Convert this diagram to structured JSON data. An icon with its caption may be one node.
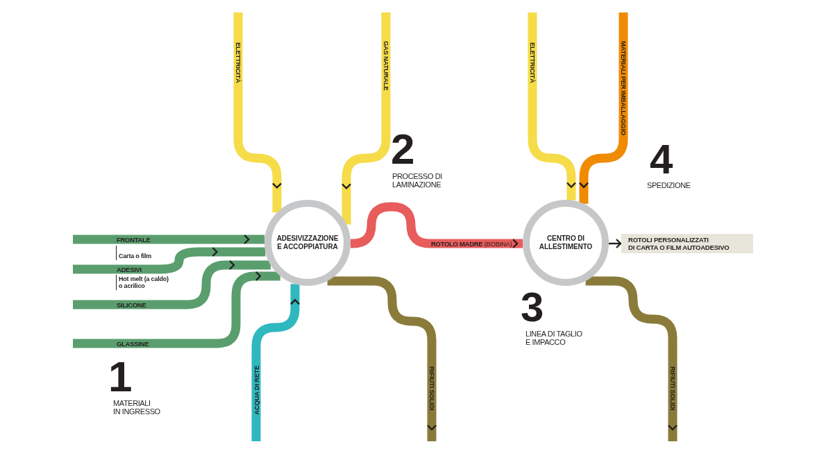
{
  "diagram": {
    "nodes": [
      {
        "text": [
          "ADESIVIZZAZIONE E ACCOPPIATURA"
        ]
      },
      {
        "text": [
          "CENTRO DI ALLESTIMENTO"
        ]
      },
      {
        "text": [
          "ROTOLI PERSONALIZZATI DI CARTA O FILM AUTOADESIVO"
        ]
      }
    ],
    "edges": [
      {
        "from": null,
        "to": 0,
        "arrow": "to",
        "label": "FRONTALE",
        "color": "#5a9e6e"
      },
      {
        "from": null,
        "to": 0,
        "arrow": "to",
        "label": "ADESIVI",
        "color": "#5a9e6e"
      },
      {
        "from": null,
        "to": 0,
        "arrow": "to",
        "label": "SILICONE",
        "color": "#5a9e6e"
      },
      {
        "from": null,
        "to": 0,
        "arrow": "to",
        "label": "GLASSINE",
        "color": "#5a9e6e"
      },
      {
        "from": null,
        "to": 0,
        "arrow": "to",
        "label": "ELETTRICITÀ",
        "color": "#f5dc48"
      },
      {
        "from": null,
        "to": 0,
        "arrow": "to",
        "label": "GAS NATURALE",
        "color": "#f5dc48"
      },
      {
        "from": null,
        "to": 0,
        "arrow": "to",
        "label": "ACQUA DI RETE",
        "color": "#30b8bf"
      },
      {
        "from": 0,
        "to": null,
        "arrow": "to",
        "label": "RIFIUTI SOLIDI",
        "color": "#8b7b3b"
      },
      {
        "from": 0,
        "to": 1,
        "arrow": "to",
        "label": "**ROTOLO MADRE** (BOBINA)",
        "color": "#e85c5c"
      },
      {
        "from": null,
        "to": 1,
        "arrow": "to",
        "label": "ELETTRICITÀ",
        "color": "#f5dc48"
      },
      {
        "from": null,
        "to": 1,
        "arrow": "to",
        "label": "MATERIALI PER IMBALLAGGIO",
        "color": "#f08a00"
      },
      {
        "from": 1,
        "to": null,
        "arrow": "to",
        "label": "RIFIUTI SOLIDI",
        "color": "#8b7b3b"
      },
      {
        "from": 1,
        "to": 2,
        "arrow": "to",
        "color": "#231f20"
      }
    ],
    "labels": [
      "2",
      "PROCESSO DI LAMINAZIONE",
      "4",
      "SPEDIZIONE",
      "Carta o film",
      "Hot melt (a caldo) o acrilico",
      "3",
      "LINEA DI TAGLIO E IMPACCO",
      "1",
      "MATERIALI IN INGRESSO"
    ]
  }
}
